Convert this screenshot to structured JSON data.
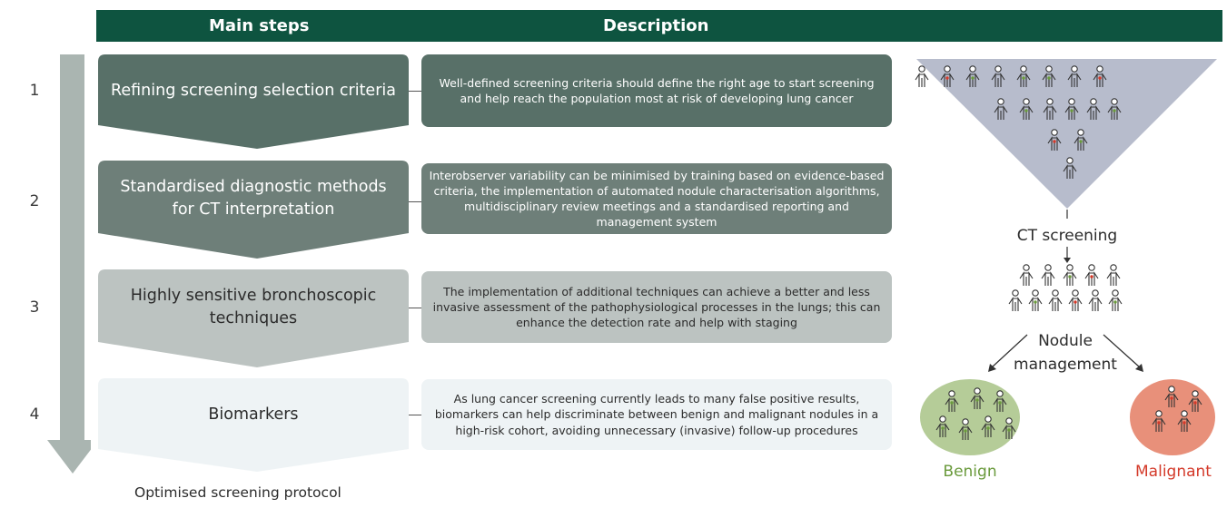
{
  "header": {
    "col1": "Main steps",
    "col2": "Description"
  },
  "colors": {
    "header": "#0e5440",
    "step1": "#587068",
    "step2": "#6e7f79",
    "step3": "#bcc3c1",
    "step4": "#eef3f5",
    "benign": "#6a9a3c",
    "malignant": "#d43a2a"
  },
  "steps": [
    {
      "number": "1",
      "title": "Refining screening selection criteria",
      "description": "Well-defined screening criteria should define the right age to start screening and help reach the population most at risk of developing lung cancer"
    },
    {
      "number": "2",
      "title": "Standardised diagnostic methods for CT interpretation",
      "description": "Interobserver variability can be minimised by training based on evidence-based criteria, the implementation of automated nodule characterisation algorithms, multidisciplinary review meetings and a standardised reporting and management system"
    },
    {
      "number": "3",
      "title": "Highly sensitive bronchoscopic techniques",
      "description": "The implementation of additional techniques can achieve a better and less invasive assessment of the pathophysiological processes in the lungs; this can enhance the detection rate and help with staging"
    },
    {
      "number": "4",
      "title": "Biomarkers",
      "description": "As lung cancer screening currently leads to many false positive results, biomarkers can help discriminate between benign and malignant nodules in a high-risk cohort, avoiding unnecessary (invasive) follow-up procedures"
    }
  ],
  "outcome": "Optimised screening protocol",
  "funnel": {
    "ct_label": "CT screening",
    "nodule_label_line1": "Nodule",
    "nodule_label_line2": "management",
    "benign_label": "Benign",
    "malignant_label": "Malignant"
  }
}
